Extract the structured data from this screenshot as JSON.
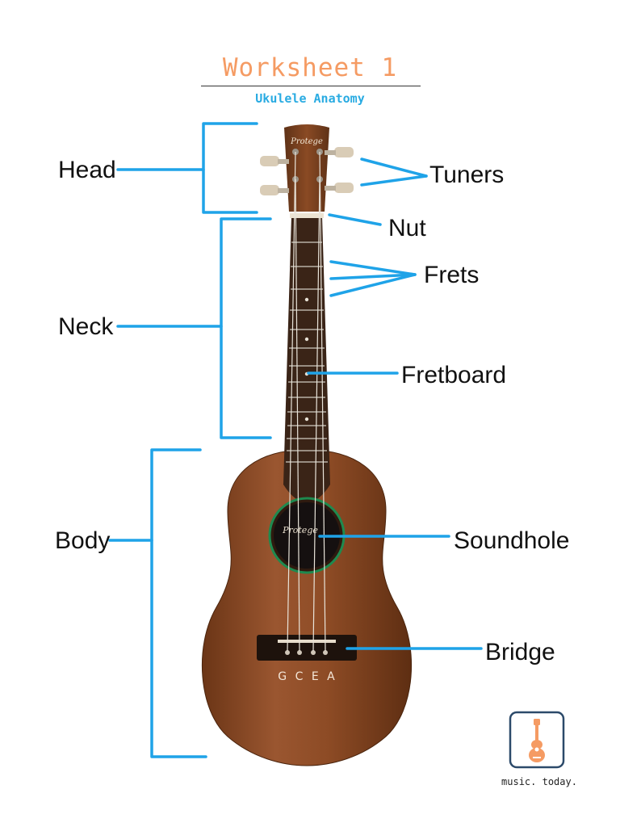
{
  "title": "Worksheet 1",
  "subtitle": "Ukulele Anatomy",
  "labels": {
    "head": "Head",
    "neck": "Neck",
    "body": "Body",
    "tuners": "Tuners",
    "nut": "Nut",
    "frets": "Frets",
    "fretboard": "Fretboard",
    "soundhole": "Soundhole",
    "bridge": "Bridge"
  },
  "strings_label": "G C E A",
  "headstock_brand": "Protege",
  "logo": {
    "text": "music. today.",
    "icon": "ukulele-icon"
  },
  "colors": {
    "title": "#f59b63",
    "subtitle": "#29abe2",
    "leader": "#1fa3e8",
    "wood": "#8a4a24",
    "fretboard": "#3a2417",
    "logo_accent": "#f59b63"
  }
}
